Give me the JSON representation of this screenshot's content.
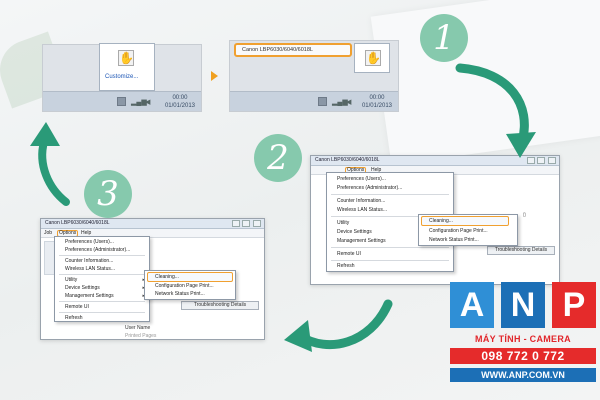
{
  "step1": {
    "customize_label": "Customize...",
    "clock_time": "00:00",
    "clock_date": "01/01/2013",
    "tooltip": "Canon LBP6030/6040/6018L"
  },
  "window": {
    "title": "Canon LBP6030/6040/6018L",
    "title_small": "Canon LBP6030/6040/6018L",
    "menu_job": "Job",
    "menu_options": "Options",
    "menu_help": "Help",
    "options_menu": {
      "preferences_users": "Preferences (Users)...",
      "preferences_admin": "Preferences (Administrator)...",
      "counter_info": "Counter Information...",
      "wireless_status": "Wireless LAN Status...",
      "utility": "Utility",
      "device_settings": "Device Settings",
      "management_settings": "Management Settings",
      "remote_ui": "Remote UI",
      "refresh": "Refresh"
    },
    "utility_submenu": {
      "cleaning": "Cleaning...",
      "config_page": "Configuration Page Print...",
      "network_status": "Network Status Print..."
    },
    "troubleshooting": "Troubleshooting Details",
    "user_name": "User Name",
    "printed_pages": "Printed Pages"
  },
  "badges": {
    "one": "1",
    "two": "2",
    "three": "3"
  },
  "logo": {
    "letter_a": "A",
    "letter_n": "N",
    "letter_p": "P",
    "tagline": "MÁY TÍNH - CAMERA",
    "phone": "098 772 0 772",
    "website": "WWW.ANP.COM.VN"
  },
  "colors": {
    "badge": "#86c9ad",
    "highlight": "#f0a030",
    "arrow": "#2a9a78",
    "logo_red": "#e52b2b",
    "logo_blue": "#1c6fb6"
  }
}
